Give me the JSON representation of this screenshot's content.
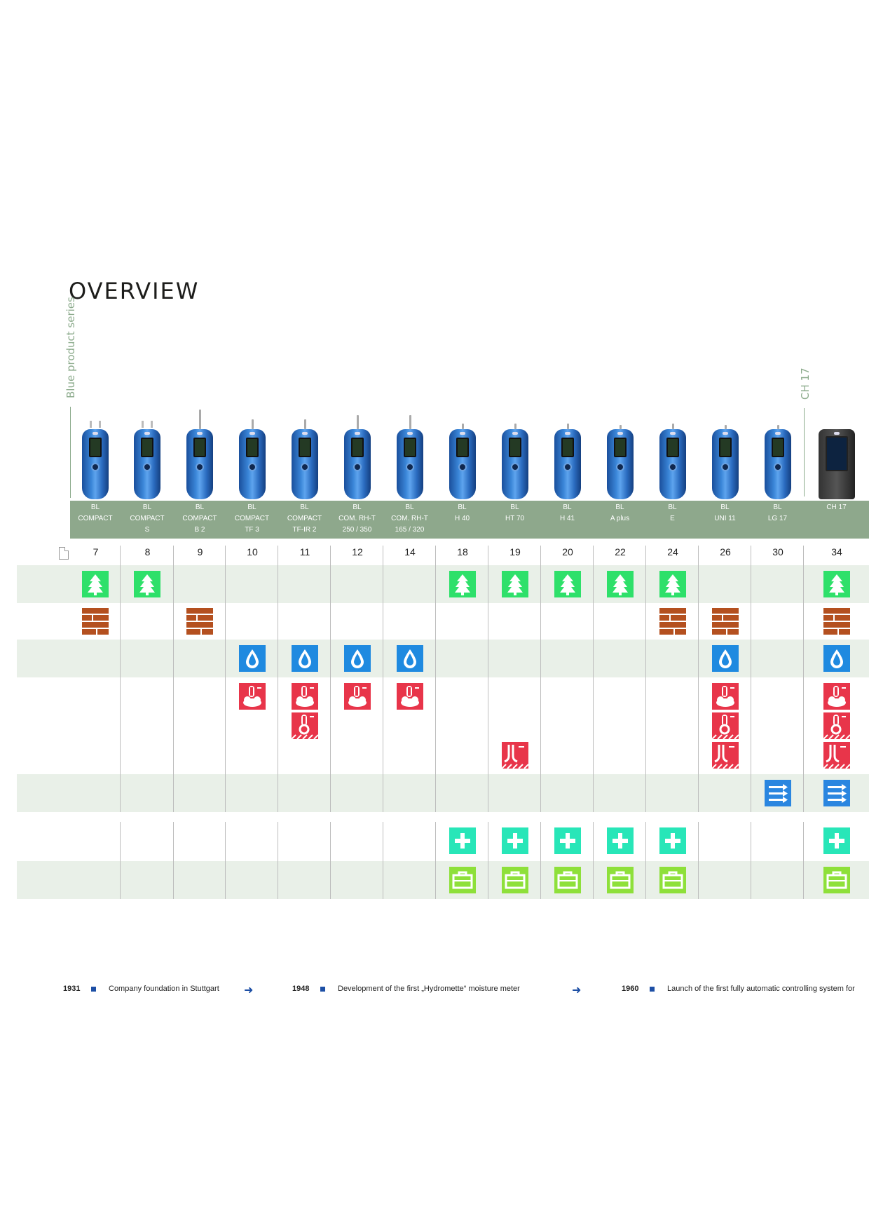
{
  "title": "OVERVIEW",
  "series_label": "Blue product series",
  "side_label": "CH 17",
  "products": [
    {
      "lines": [
        "BL",
        "COMPACT"
      ],
      "page": "7"
    },
    {
      "lines": [
        "BL",
        "COMPACT",
        "S"
      ],
      "page": "8"
    },
    {
      "lines": [
        "BL",
        "COMPACT",
        "B 2"
      ],
      "page": "9"
    },
    {
      "lines": [
        "BL",
        "COMPACT",
        "TF 3"
      ],
      "page": "10"
    },
    {
      "lines": [
        "BL",
        "COMPACT",
        "TF-IR 2"
      ],
      "page": "11"
    },
    {
      "lines": [
        "BL",
        "COM. RH-T",
        "250 / 350"
      ],
      "page": "12"
    },
    {
      "lines": [
        "BL",
        "COM. RH-T",
        "165 / 320"
      ],
      "page": "14"
    },
    {
      "lines": [
        "BL",
        "H 40"
      ],
      "page": "18"
    },
    {
      "lines": [
        "BL",
        "HT 70"
      ],
      "page": "19"
    },
    {
      "lines": [
        "BL",
        "H 41"
      ],
      "page": "20"
    },
    {
      "lines": [
        "BL",
        "A plus"
      ],
      "page": "22"
    },
    {
      "lines": [
        "BL",
        "E"
      ],
      "page": "24"
    },
    {
      "lines": [
        "BL",
        "UNI 11"
      ],
      "page": "26"
    },
    {
      "lines": [
        "BL",
        "LG 17"
      ],
      "page": "30"
    },
    {
      "lines": [
        "CH 17"
      ],
      "page": "34"
    }
  ],
  "icon_colors": {
    "wood": "#2ee06a",
    "building": "#b4501f",
    "water": "#1f8ae0",
    "climate": "#e8354a",
    "air": "#2a86e0",
    "plus": "#28e6b8",
    "bag": "#8ee03a"
  },
  "icons": {
    "wood": [
      0,
      1,
      7,
      8,
      9,
      10,
      11,
      14
    ],
    "building": [
      0,
      2,
      11,
      12,
      14
    ],
    "water": [
      3,
      4,
      5,
      6,
      12,
      14
    ],
    "climate_air": [
      3,
      4,
      5,
      6,
      12,
      14
    ],
    "climate_surface": [
      4,
      12,
      14
    ],
    "climate_contact": [
      8,
      12,
      14
    ],
    "air": [
      13,
      14
    ],
    "plus": [
      7,
      8,
      9,
      10,
      11,
      14
    ],
    "bag": [
      7,
      8,
      9,
      10,
      11,
      14
    ]
  },
  "timeline": [
    {
      "year": "1931",
      "text": "Company foundation in Stuttgart"
    },
    {
      "year": "1948",
      "text": "Development of the first „Hydromette“ moisture meter"
    },
    {
      "year": "1960",
      "text": "Launch of the first fully automatic controlling system for"
    }
  ]
}
